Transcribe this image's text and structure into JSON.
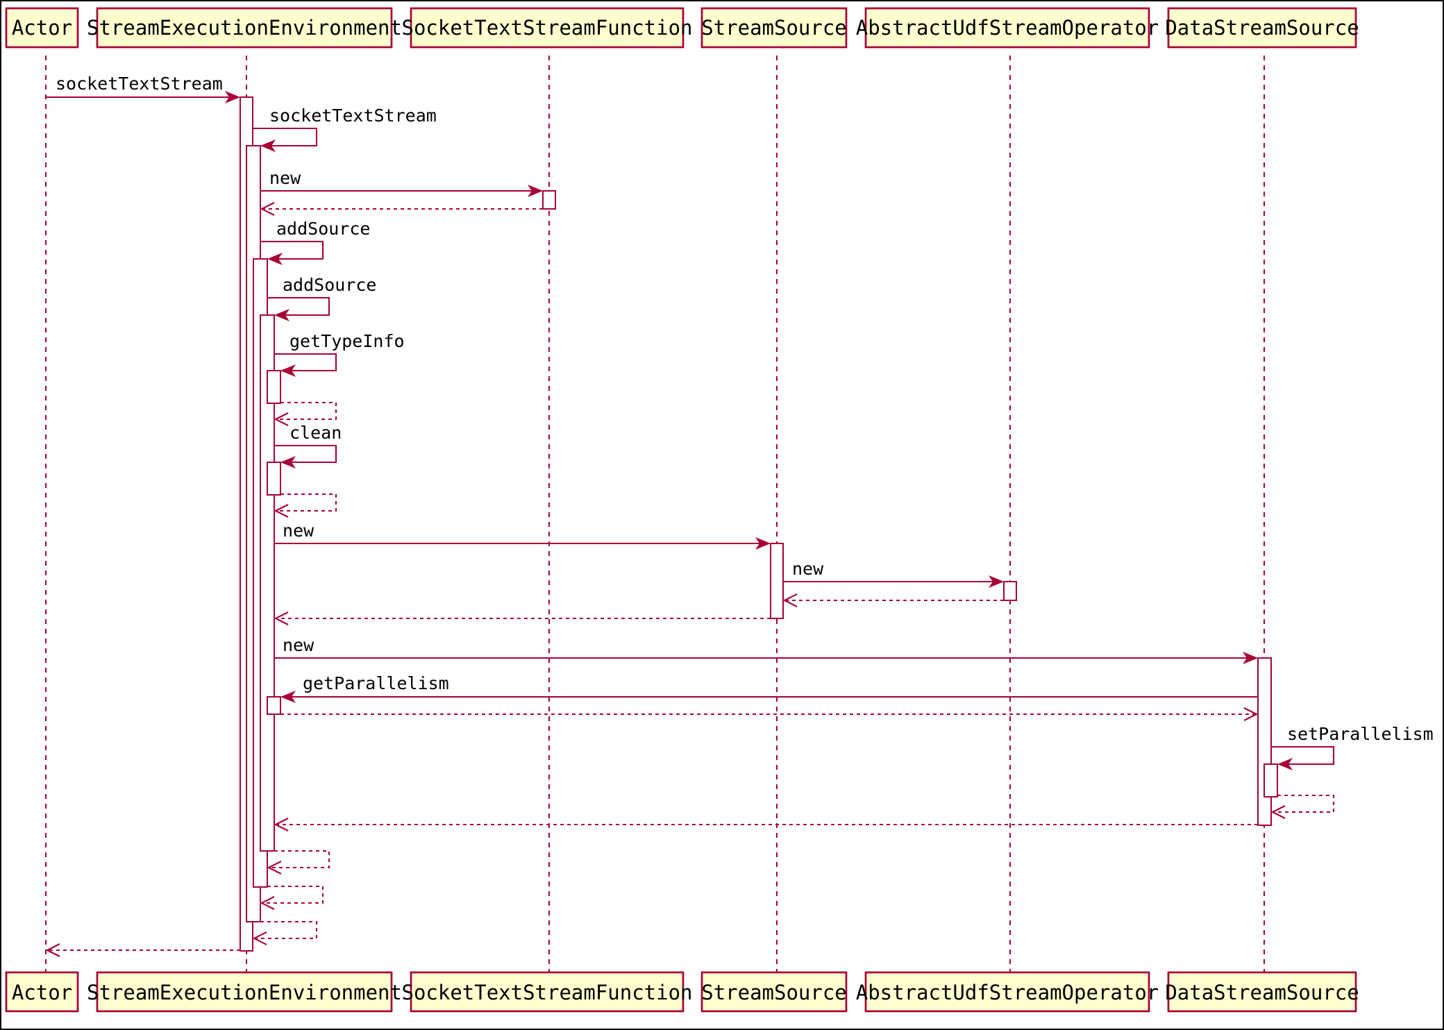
{
  "participants": [
    {
      "id": "actor",
      "label": "Actor"
    },
    {
      "id": "env",
      "label": "StreamExecutionEnvironment"
    },
    {
      "id": "sock",
      "label": "SocketTextStreamFunction"
    },
    {
      "id": "src",
      "label": "StreamSource"
    },
    {
      "id": "udf",
      "label": "AbstractUdfStreamOperator"
    },
    {
      "id": "dss",
      "label": "DataStreamSource"
    }
  ],
  "messages": [
    {
      "from": "actor",
      "to": "env",
      "label": "socketTextStream",
      "kind": "sync"
    },
    {
      "from": "env",
      "to": "env",
      "label": "socketTextStream",
      "kind": "self"
    },
    {
      "from": "env",
      "to": "sock",
      "label": "new",
      "kind": "sync"
    },
    {
      "from": "sock",
      "to": "env",
      "label": "",
      "kind": "return"
    },
    {
      "from": "env",
      "to": "env",
      "label": "addSource",
      "kind": "self"
    },
    {
      "from": "env",
      "to": "env",
      "label": "addSource",
      "kind": "self"
    },
    {
      "from": "env",
      "to": "env",
      "label": "getTypeInfo",
      "kind": "self"
    },
    {
      "from": "env",
      "to": "env",
      "label": "",
      "kind": "self-return"
    },
    {
      "from": "env",
      "to": "env",
      "label": "clean",
      "kind": "self"
    },
    {
      "from": "env",
      "to": "env",
      "label": "",
      "kind": "self-return"
    },
    {
      "from": "env",
      "to": "src",
      "label": "new",
      "kind": "sync"
    },
    {
      "from": "src",
      "to": "udf",
      "label": "new",
      "kind": "sync"
    },
    {
      "from": "udf",
      "to": "src",
      "label": "",
      "kind": "return"
    },
    {
      "from": "src",
      "to": "env",
      "label": "",
      "kind": "return"
    },
    {
      "from": "env",
      "to": "dss",
      "label": "new",
      "kind": "sync"
    },
    {
      "from": "dss",
      "to": "env",
      "label": "getParallelism",
      "kind": "sync"
    },
    {
      "from": "env",
      "to": "dss",
      "label": "",
      "kind": "return"
    },
    {
      "from": "dss",
      "to": "dss",
      "label": "setParallelism",
      "kind": "self"
    },
    {
      "from": "dss",
      "to": "dss",
      "label": "",
      "kind": "self-return"
    },
    {
      "from": "dss",
      "to": "env",
      "label": "",
      "kind": "return"
    },
    {
      "from": "env",
      "to": "env",
      "label": "",
      "kind": "self-return"
    },
    {
      "from": "env",
      "to": "env",
      "label": "",
      "kind": "self-return"
    },
    {
      "from": "env",
      "to": "env",
      "label": "",
      "kind": "self-return"
    },
    {
      "from": "env",
      "to": "actor",
      "label": "",
      "kind": "return"
    }
  ],
  "colors": {
    "line": "#A80036",
    "box_fill": "#FEFECE",
    "text": "#000000",
    "background": "#FFFFFF"
  }
}
